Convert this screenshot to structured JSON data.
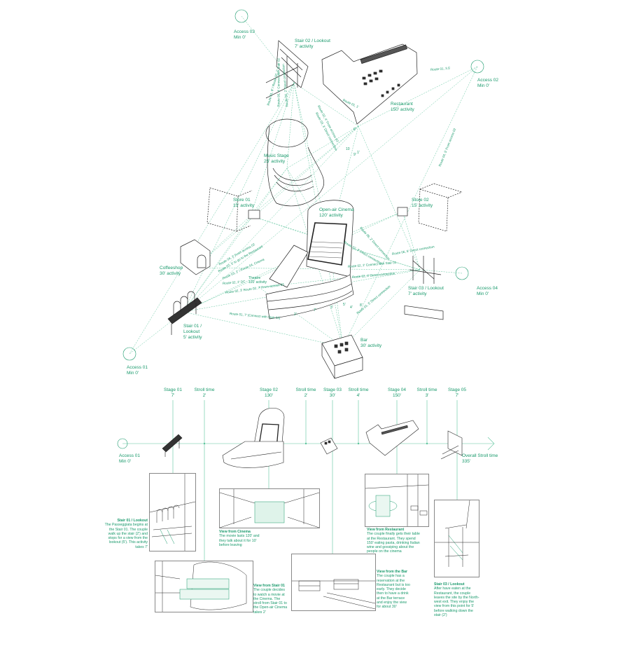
{
  "map": {
    "nodes": [
      {
        "id": "access03",
        "title": "Access 03",
        "sub": "Min 0'"
      },
      {
        "id": "stair02",
        "title": "Stair 02 / Lookout",
        "sub": "7' activity"
      },
      {
        "id": "access02",
        "title": "Access 02",
        "sub": "Min 0'"
      },
      {
        "id": "restaurant",
        "title": "Restaurant",
        "sub": "150' activity"
      },
      {
        "id": "music",
        "title": "Music Stage",
        "sub": "25' activity"
      },
      {
        "id": "store01",
        "title": "Store 01",
        "sub": "15' activity"
      },
      {
        "id": "store02",
        "title": "Store 02",
        "sub": "15' activity"
      },
      {
        "id": "cinema",
        "title": "Open-air Cinema",
        "sub": "120' activity"
      },
      {
        "id": "coffeeshop",
        "title": "Coffeeshop",
        "sub": "30' activity"
      },
      {
        "id": "stair03",
        "title": "Stair 03 / Lookout",
        "sub": "7' activity"
      },
      {
        "id": "access04",
        "title": "Access 04",
        "sub": "Min 0'"
      },
      {
        "id": "stair01",
        "title": "Stair 01 /",
        "sub": "Lookout",
        "sub2": "5' activity"
      },
      {
        "id": "bar",
        "title": "Bar",
        "sub": "30' activity"
      },
      {
        "id": "access01",
        "title": "Access 01",
        "sub": "Min 0'"
      },
      {
        "id": "theatre",
        "title": "Theatre",
        "sub": "120' activity"
      }
    ],
    "routes": [
      "Route 01, 3.5'",
      "Route 01, 1'",
      "Route 02, 4' From access 03",
      "Route 03, 3' Direct connection",
      "Route 04, 5' From access 02",
      "Route 01, 8' / Route 02, 1'",
      "Route 06, 2' Direct connection",
      "Route 02, 3' Direct connection",
      "Route 02, 2' Connect with Stair 01",
      "Route 02, 3' Direct connection",
      "Route 01, 5' Direct connection",
      "Route 01, 7' (Connect with Stair 03)",
      "Route 03, 2' / Route 04, Cinema",
      "Route 02, 2' DC",
      "Route 02, 3' Route 02, 7' From access 03",
      "Route 04, 3' From access 02",
      "Route 02, 5' to go to the Restaurant",
      "Route 05, 4' Connect with Stair 02",
      "Route 02, 2' Direct connection",
      "Route 06, 5' Direct connection"
    ],
    "distances": [
      "10",
      "9'",
      "7'",
      "3'",
      "5'",
      "2'",
      "1'",
      "4'",
      "6'",
      "8'"
    ]
  },
  "timeline": {
    "start": {
      "title": "Access 01",
      "sub": "Min 0'"
    },
    "end": {
      "title": "Overall Stroll time",
      "sub": "335'"
    },
    "ticks": [
      {
        "title": "Stage 01",
        "value": "7'"
      },
      {
        "title": "Stroll time",
        "value": "2'"
      },
      {
        "title": "Stage 02",
        "value": "130'"
      },
      {
        "title": "Stroll time",
        "value": "2'"
      },
      {
        "title": "Stage 03",
        "value": "30'"
      },
      {
        "title": "Stroll time",
        "value": "4'"
      },
      {
        "title": "Stage 04",
        "value": "150'"
      },
      {
        "title": "Stroll time",
        "value": "3'"
      },
      {
        "title": "Stage 05",
        "value": "7'"
      }
    ]
  },
  "captions": {
    "stair01": {
      "title": "Stair 01 / Lookout",
      "body": "The Passeggiata begins at the Stair 01. The couple walk up the stair (2') and stops for a view from the lookout (5'). This activity takes 7'"
    },
    "cinema": {
      "title": "View from Cinema",
      "body": "The movie lasts 120' and they talk about it for 10' before leaving"
    },
    "stair01view": {
      "title": "View from Stair 01",
      "body": "The couple decides to watch a movie at the Cinema. The stroll from Stair 01 to the Open-air Cinema takes 2'"
    },
    "bar": {
      "title": "View from the Bar",
      "body": "The couple has a reservation at the Restaurant but is too early. They decide then to have a drink at the Bar terrace and enjoy the view for about 30'"
    },
    "restaurant": {
      "title": "View from Restaurant",
      "body": "The couple finally gets their table at the Restaurant. They spend 150' eating pasta, drinking Italian wine and gossiping about the people on the cinema"
    },
    "stair03": {
      "title": "Stair 03 / Lookout",
      "body": "After have eaten at the Restaurant, the couple leaves the site by the North-west exit. They enjoy the view from this point for 5' before walking down the stair (2')"
    }
  },
  "colors": {
    "accent": "#1a9a6c",
    "line": "#222222",
    "dash": "#5cc49c"
  }
}
